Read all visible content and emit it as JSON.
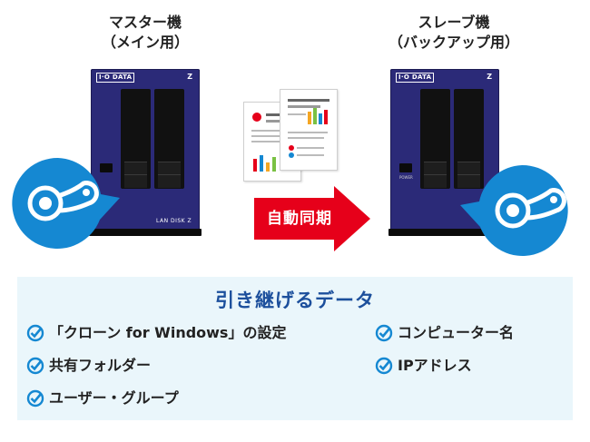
{
  "master": {
    "title_line1": "マスター機",
    "title_line2": "（メイン用）"
  },
  "slave": {
    "title_line1": "スレーブ機",
    "title_line2": "（バックアップ用）"
  },
  "device": {
    "brand": "I·O DATA",
    "model_mark": "Z",
    "label": "LAN DISK Z",
    "power_label": "POWER"
  },
  "sync_label": "自動同期",
  "panel": {
    "title": "引き継げるデータ",
    "items_left": [
      "「クローン for Windows」の設定",
      "共有フォルダー",
      "ユーザー・グループ"
    ],
    "items_right": [
      "コンピューター名",
      "IPアドレス"
    ]
  },
  "colors": {
    "accent_blue": "#1588d2",
    "sync_red": "#e6001a",
    "panel_bg": "#eaf6fb",
    "panel_title": "#1c4f9c",
    "nas_body": "#2b2a78",
    "check": "#1588d2"
  }
}
